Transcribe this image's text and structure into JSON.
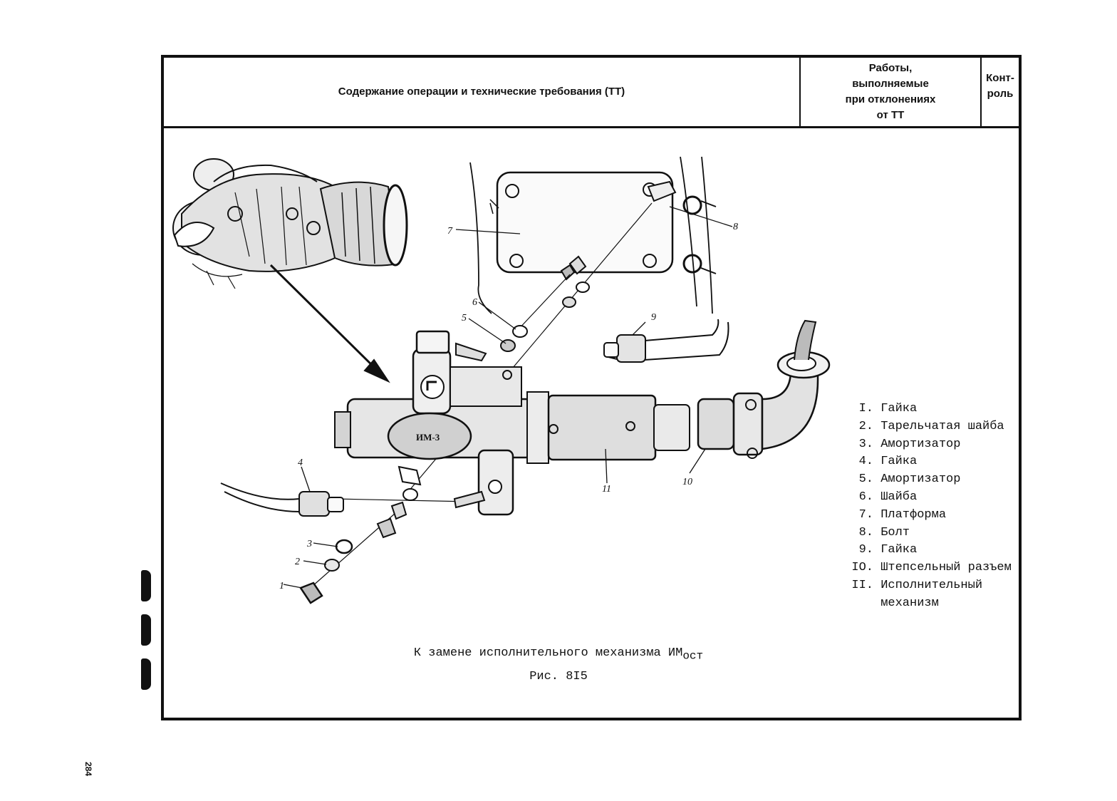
{
  "header": {
    "operation_title": "Содержание операции и технические требования (ТТ)",
    "deviations_title": [
      "Работы,",
      "выполняемые",
      "при отклонениях",
      "от ТТ"
    ],
    "control_title": [
      "Конт-",
      "роль"
    ]
  },
  "figure": {
    "part_labels": [
      "1",
      "2",
      "3",
      "4",
      "5",
      "6",
      "7",
      "8",
      "9",
      "10",
      "11"
    ],
    "nameplate_text": "ИМ-3",
    "legend": [
      {
        "num": "I.",
        "name": "Гайка"
      },
      {
        "num": "2.",
        "name": "Тарельчатая шайба"
      },
      {
        "num": "3.",
        "name": "Амортизатор"
      },
      {
        "num": "4.",
        "name": "Гайка"
      },
      {
        "num": "5.",
        "name": "Амортизатор"
      },
      {
        "num": "6.",
        "name": "Шайба"
      },
      {
        "num": "7.",
        "name": "Платформа"
      },
      {
        "num": "8.",
        "name": "Болт"
      },
      {
        "num": "9.",
        "name": "Гайка"
      },
      {
        "num": "IO.",
        "name": "Штепсельный разъем"
      },
      {
        "num": "II.",
        "name": "Исполнительный"
      },
      {
        "num": "",
        "name": "механизм"
      }
    ],
    "caption_main": "К замене исполнительного механизма ИМ",
    "caption_sub": "ост",
    "figure_number": "Рис. 8I5"
  },
  "page_number": "284"
}
